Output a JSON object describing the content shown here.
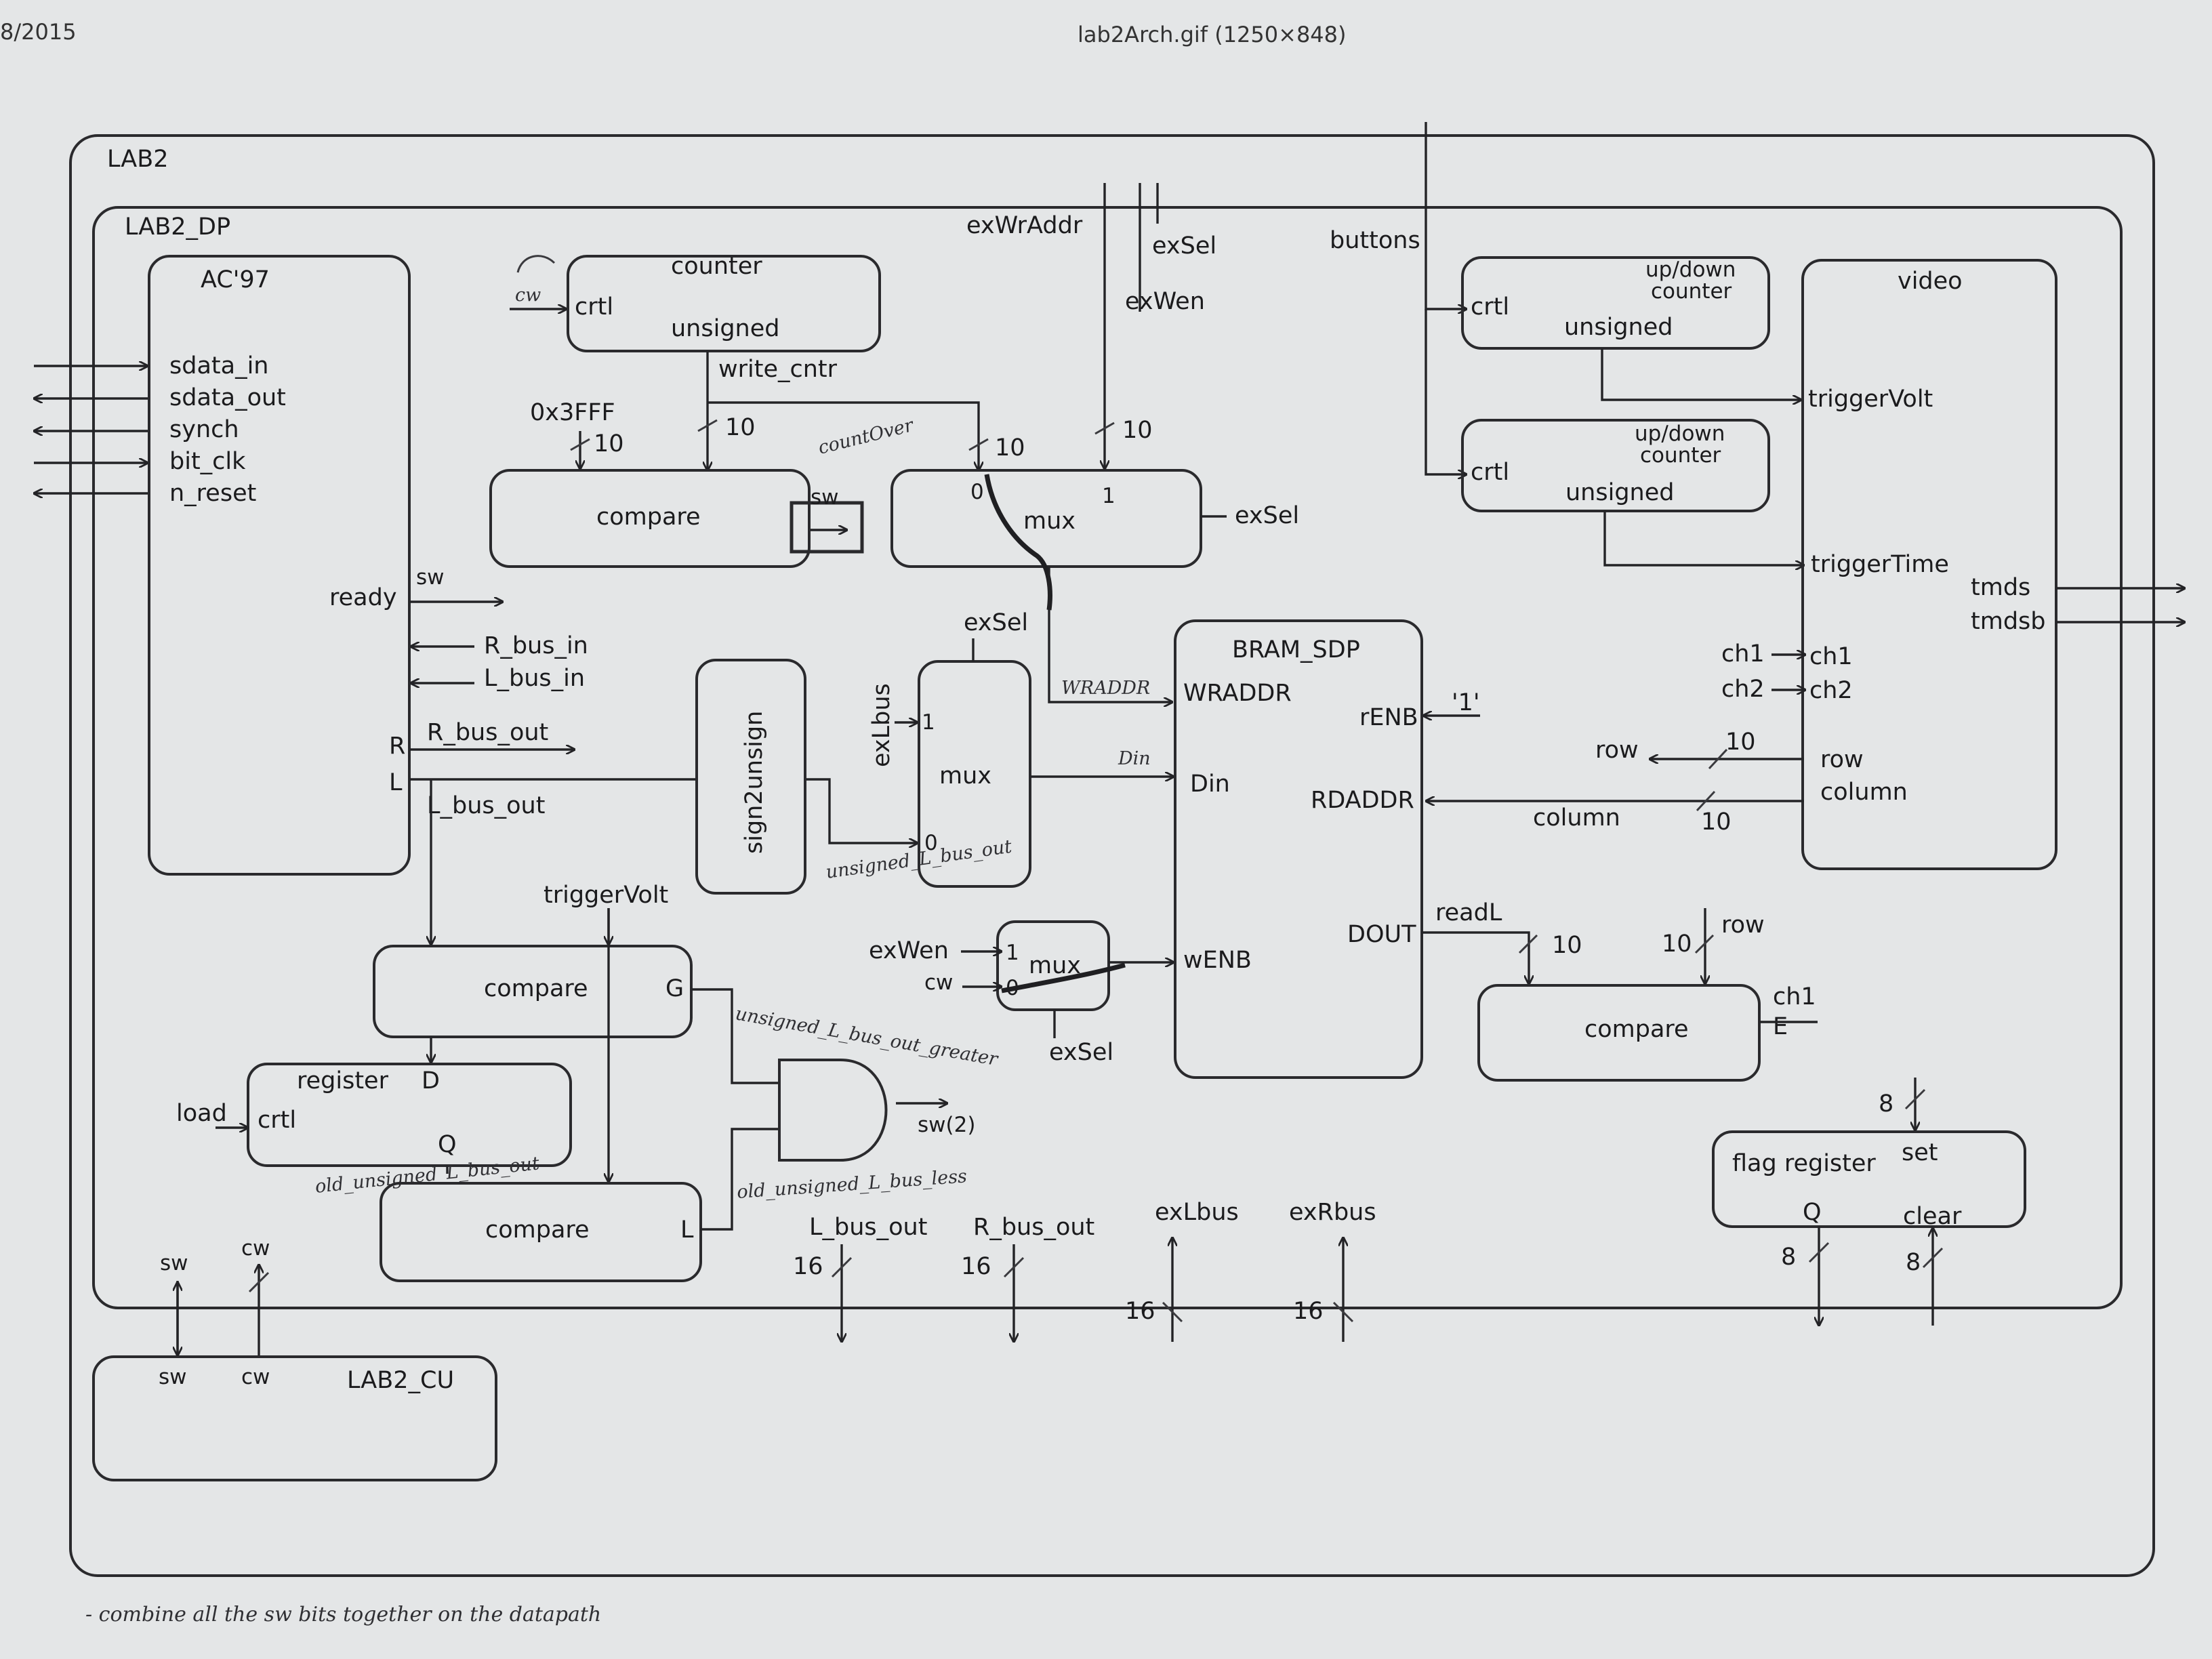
{
  "header": {
    "date": "8/2015",
    "title": "lab2Arch.gif (1250×848)"
  },
  "frames": {
    "lab2": "LAB2",
    "lab2_dp": "LAB2_DP",
    "lab2_cu": "LAB2_CU"
  },
  "ac97": {
    "title": "AC'97",
    "ports": [
      "sdata_in",
      "sdata_out",
      "synch",
      "bit_clk",
      "n_reset"
    ],
    "ready": "ready",
    "r": "R",
    "l": "L",
    "r_bus_in": "R_bus_in",
    "l_bus_in": "L_bus_in",
    "r_bus_out": "R_bus_out",
    "l_bus_out": "L_bus_out"
  },
  "counter": {
    "title": "counter",
    "crtl": "crtl",
    "unsigned": "unsigned",
    "write_cntr": "write_cntr"
  },
  "compare_top": {
    "label": "compare",
    "const": "0x3FFF",
    "w1": "10",
    "w2": "10",
    "sw": "sw"
  },
  "mux_top": {
    "label": "mux",
    "in0": "0",
    "in1": "1",
    "w1": "10",
    "w2": "10",
    "exsel": "exSel"
  },
  "top_signals": {
    "exwraddr": "exWrAddr",
    "exsel": "exSel",
    "exwen": "exWen",
    "buttons": "buttons"
  },
  "updown1": {
    "title1": "up/down",
    "title2": "counter",
    "crtl": "crtl",
    "unsigned": "unsigned"
  },
  "updown2": {
    "title1": "up/down",
    "title2": "counter",
    "crtl": "crtl",
    "unsigned": "unsigned"
  },
  "video": {
    "title": "video",
    "trigger_volt": "triggerVolt",
    "trigger_time": "triggerTime",
    "tmds": "tmds",
    "tmdsb": "tmdsb",
    "ch1": "ch1",
    "ch2": "ch2",
    "row": "row",
    "column": "column"
  },
  "video_side": {
    "ch1": "ch1",
    "ch2": "ch2",
    "row": "row",
    "w_row": "10",
    "column": "column",
    "w_column": "10"
  },
  "bram": {
    "title": "BRAM_SDP",
    "wraddr": "WRADDR",
    "renb": "rENB",
    "renb_val": "'1'",
    "din": "Din",
    "rdaddr": "RDADDR",
    "dout": "DOUT",
    "wenb": "wENB",
    "readl": "readL"
  },
  "sign2unsign": {
    "label": "sign2unsign"
  },
  "mux_mid": {
    "label": "mux",
    "in1": "1",
    "in0": "0",
    "exsel": "exSel",
    "exlbus": "exLbus"
  },
  "mux_small": {
    "label": "mux",
    "in1": "1",
    "in0": "0",
    "exwen": "exWen",
    "cw": "cw",
    "exsel": "exSel"
  },
  "compare_g": {
    "label": "compare",
    "out": "G",
    "trigger_volt": "triggerVolt"
  },
  "register": {
    "title": "register",
    "d": "D",
    "crtl": "crtl",
    "q": "Q",
    "load": "load"
  },
  "compare_l": {
    "label": "compare",
    "out": "L"
  },
  "compare_right": {
    "label": "compare",
    "out": "E",
    "ch1": "ch1",
    "row": "row",
    "w1": "10",
    "w2": "10"
  },
  "flag_register": {
    "label": "flag register",
    "set": "set",
    "q": "Q",
    "clear": "clear",
    "w_set": "8",
    "w_q": "8",
    "w_clear": "8"
  },
  "bottom_buses": {
    "l_bus_out": "L_bus_out",
    "r_bus_out": "R_bus_out",
    "exlbus": "exLbus",
    "exrbus": "exRbus",
    "w1": "16",
    "w2": "16",
    "w3": "16",
    "w4": "16"
  },
  "cu_ports": {
    "sw_top": "sw",
    "cw_top": "cw",
    "sw": "sw",
    "cw": "cw"
  },
  "handwriting": {
    "cw_note": "cw",
    "countover": "countOver",
    "sw_mid": "sw",
    "wraddr": "WRADDR",
    "din": "Din",
    "unsigned_l_bus_out": "unsigned_L_bus_out",
    "unsigned_greater": "unsigned_L_bus_out_greater",
    "old_unsigned": "old_unsigned_L_bus_out",
    "old_unsigned_less": "old_unsigned_L_bus_less",
    "sw2": "sw(2)",
    "footer": "- combine all the sw bits together on the datapath"
  }
}
